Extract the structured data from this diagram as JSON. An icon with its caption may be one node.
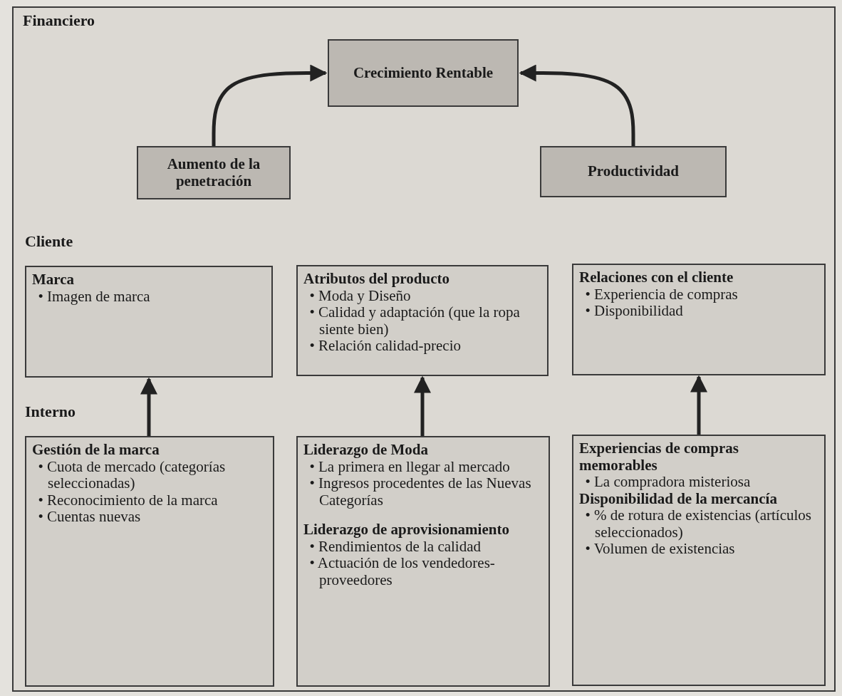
{
  "diagram": {
    "nodes": [
      {
        "text": [
          "Crecimiento Rentable"
        ]
      },
      {
        "text": [
          "Aumento de la penetración"
        ]
      },
      {
        "text": [
          "Productividad"
        ]
      },
      {
        "text": [
          "Marca",
          "• Imagen de marca"
        ]
      },
      {
        "text": [
          "Atributos del producto",
          "• Moda y Diseño",
          "• Calidad y adaptación (que la ropa siente bien)",
          "• Relación calidad-precio"
        ]
      },
      {
        "text": [
          "Relaciones con el cliente",
          "• Experiencia de compras",
          "• Disponibilidad"
        ]
      },
      {
        "text": [
          "Gestión de la marca",
          "• Cuota de mercado (categorías seleccionadas)",
          "• Reconocimiento de la marca",
          "• Cuentas nuevas"
        ]
      },
      {
        "text": [
          "Liderazgo de Moda",
          "• La primera en llegar al mercado",
          "• Ingresos procedentes de las Nuevas Categorías",
          "Liderazgo de aprovisionamiento",
          "• Rendimientos de la calidad",
          "• Actuación de los vendedores-proveedores"
        ]
      },
      {
        "text": [
          "Experiencias de compras memorables",
          "• La compradora misteriosa",
          "Disponibilidad de la mercancía",
          "• % de rotura de existencias (artículos seleccionados)",
          "• Volumen de existencias"
        ]
      }
    ],
    "edges": [
      {
        "from": 1,
        "to": 0,
        "arrow": "to"
      },
      {
        "from": 2,
        "to": 0,
        "arrow": "to"
      },
      {
        "from": 6,
        "to": 3,
        "arrow": "to"
      },
      {
        "from": 7,
        "to": 4,
        "arrow": "to"
      },
      {
        "from": 8,
        "to": 5,
        "arrow": "to"
      }
    ],
    "labels": [
      "Financiero",
      "Cliente",
      "Interno"
    ]
  }
}
